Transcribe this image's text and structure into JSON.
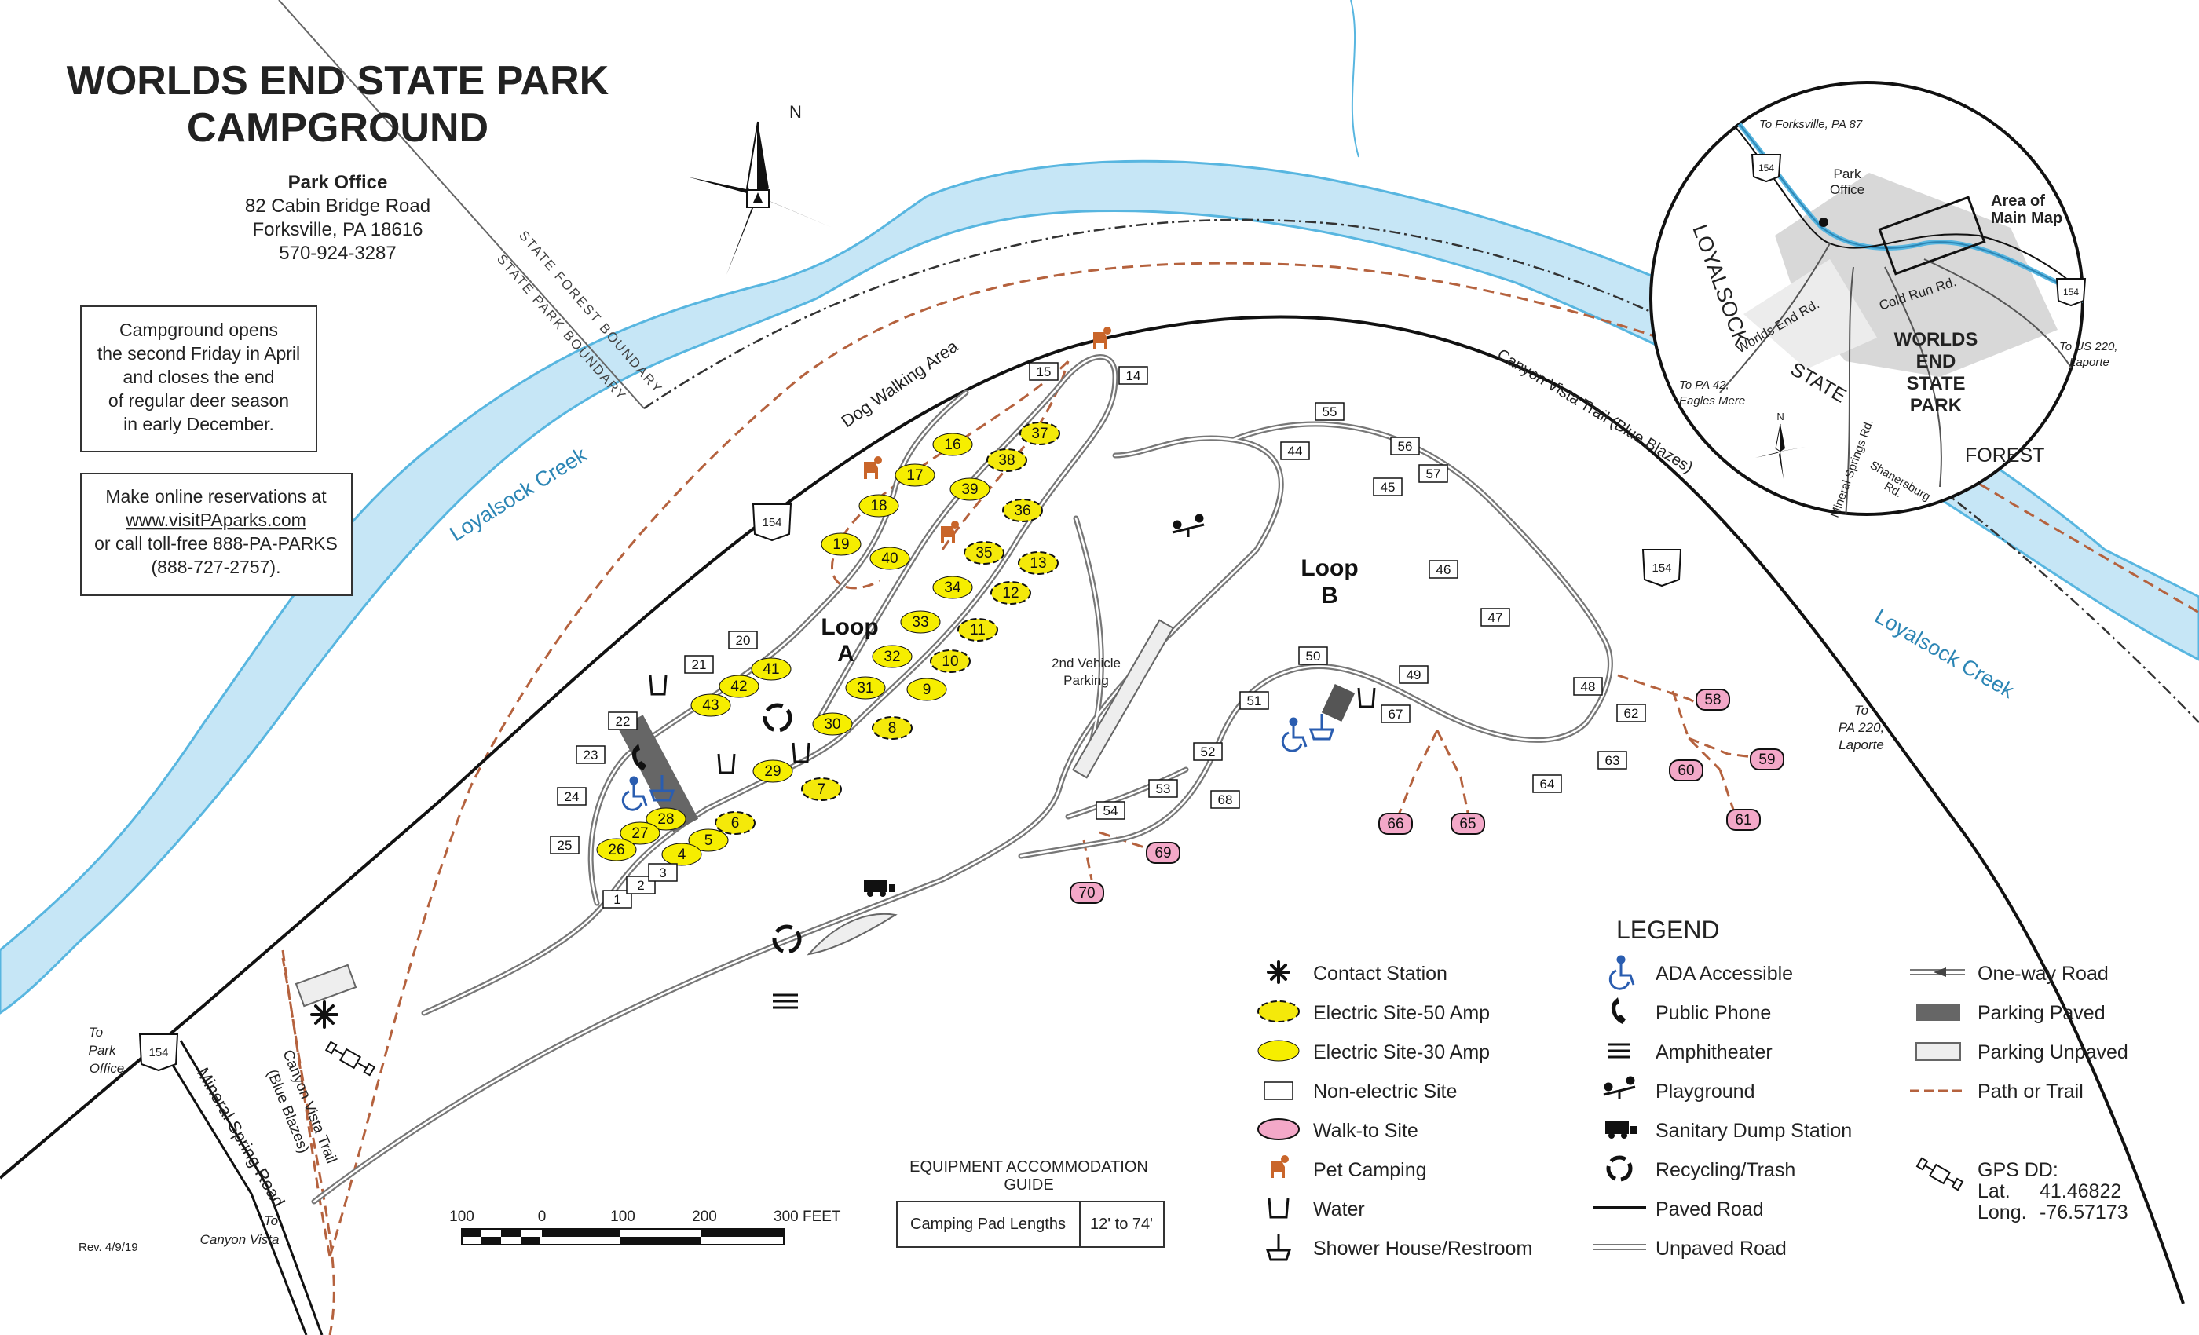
{
  "title_lines": [
    "WORLDS END STATE PARK",
    "CAMPGROUND"
  ],
  "office": {
    "heading": "Park Office",
    "lines": [
      "82 Cabin Bridge Road",
      "Forksville, PA 18616",
      "570-924-3287"
    ]
  },
  "season_box": [
    "Campground opens",
    "the second Friday in April",
    "and closes the end",
    "of regular deer season",
    "in early December."
  ],
  "reservation_box": [
    "Make online reservations at",
    "www.visitPAparks.com",
    "or call toll-free 888-PA-PARKS",
    "(888-727-2757)."
  ],
  "north_label": "N",
  "boundary_labels": [
    "STATE FOREST BOUNDARY",
    "STATE PARK BOUNDARY"
  ],
  "creek_labels": [
    "Loyalsock Creek",
    "Loyalsock Creek"
  ],
  "road_labels": {
    "dog_walking": "Dog Walking Area",
    "canyon_vista_top": "Canyon Vista Trail (Blue Blazes)",
    "canyon_vista_bottom": [
      "Canyon Vista Trail",
      "(Blue Blazes)"
    ],
    "mineral_spring": "Mineral Spring Road",
    "route_number": "154",
    "to_park_office": [
      "To",
      "Park",
      "Office"
    ],
    "to_canyon_vista": [
      "To",
      "Canyon Vista"
    ],
    "to_pa220": [
      "To",
      "PA 220,",
      "Laporte"
    ],
    "second_vehicle": [
      "2nd Vehicle",
      "Parking"
    ]
  },
  "loops": {
    "a": [
      "Loop",
      "A"
    ],
    "b": [
      "Loop",
      "B"
    ]
  },
  "sites": {
    "fifty_amp": [
      "37",
      "38",
      "36",
      "35",
      "13",
      "12",
      "11",
      "10",
      "8",
      "7",
      "6"
    ],
    "thirty_amp": [
      "16",
      "17",
      "18",
      "19",
      "39",
      "40",
      "34",
      "33",
      "32",
      "31",
      "30",
      "29",
      "9",
      "41",
      "42",
      "43",
      "28",
      "27",
      "26",
      "5",
      "4"
    ],
    "non_electric": [
      "1",
      "2",
      "3",
      "14",
      "15",
      "20",
      "21",
      "22",
      "23",
      "24",
      "25",
      "44",
      "45",
      "46",
      "47",
      "48",
      "49",
      "50",
      "51",
      "52",
      "53",
      "54",
      "55",
      "56",
      "57",
      "62",
      "63",
      "64",
      "67",
      "68"
    ],
    "walk_to": [
      "58",
      "59",
      "60",
      "61",
      "65",
      "66",
      "69",
      "70"
    ]
  },
  "equipment": {
    "title": [
      "EQUIPMENT ACCOMMODATION",
      "GUIDE"
    ],
    "label": "Camping Pad Lengths",
    "value": "12' to 74'"
  },
  "scale": {
    "labels": [
      "100",
      "0",
      "100",
      "200",
      "300 FEET"
    ]
  },
  "revision": "Rev. 4/9/19",
  "legend": {
    "title": "LEGEND",
    "col1": [
      "Contact Station",
      "Electric Site-50 Amp",
      "Electric Site-30 Amp",
      "Non-electric Site",
      "Walk-to Site",
      "Pet Camping",
      "Water",
      "Shower House/Restroom"
    ],
    "col2": [
      "ADA Accessible",
      "Public Phone",
      "Amphitheater",
      "Playground",
      "Sanitary Dump Station",
      "Recycling/Trash",
      "Paved Road",
      "Unpaved Road"
    ],
    "col3": [
      "One-way Road",
      "Parking Paved",
      "Parking Unpaved",
      "Path or Trail"
    ]
  },
  "gps": {
    "heading": "GPS DD:",
    "lat_label": "Lat.",
    "lat": "41.46822",
    "long_label": "Long.",
    "long": "-76.57173"
  },
  "inset": {
    "labels": {
      "to_forksville": "To Forksville, PA 87",
      "park_office": [
        "Park",
        "Office"
      ],
      "area_main_map": [
        "Area of",
        "Main Map"
      ],
      "loyalsock": "LOYALSOCK",
      "worlds_end_rd": "Worlds End Rd.",
      "cold_run_rd": "Cold Run Rd.",
      "park_name": [
        "WORLDS",
        "END",
        "STATE",
        "PARK"
      ],
      "state": "STATE",
      "forest": "FOREST",
      "to_pa42": [
        "To PA 42,",
        "Eagles Mere"
      ],
      "to_us220": [
        "To US 220,",
        "Laporte"
      ],
      "mineral_springs_rd": "Mineral Springs Rd.",
      "shanesburg_rd": [
        "Shanersburg",
        "Rd."
      ],
      "route": "154",
      "north": "N"
    }
  },
  "colors": {
    "creek": "#c6e6f6",
    "creek_edge": "#58b6e0",
    "trail": "#b5623e",
    "fifty_amp": "#f4e90a",
    "thirty_amp": "#f6ee00",
    "walk_to": "#f3a8c8",
    "pet": "#c9652a",
    "ada": "#2a5db0"
  }
}
